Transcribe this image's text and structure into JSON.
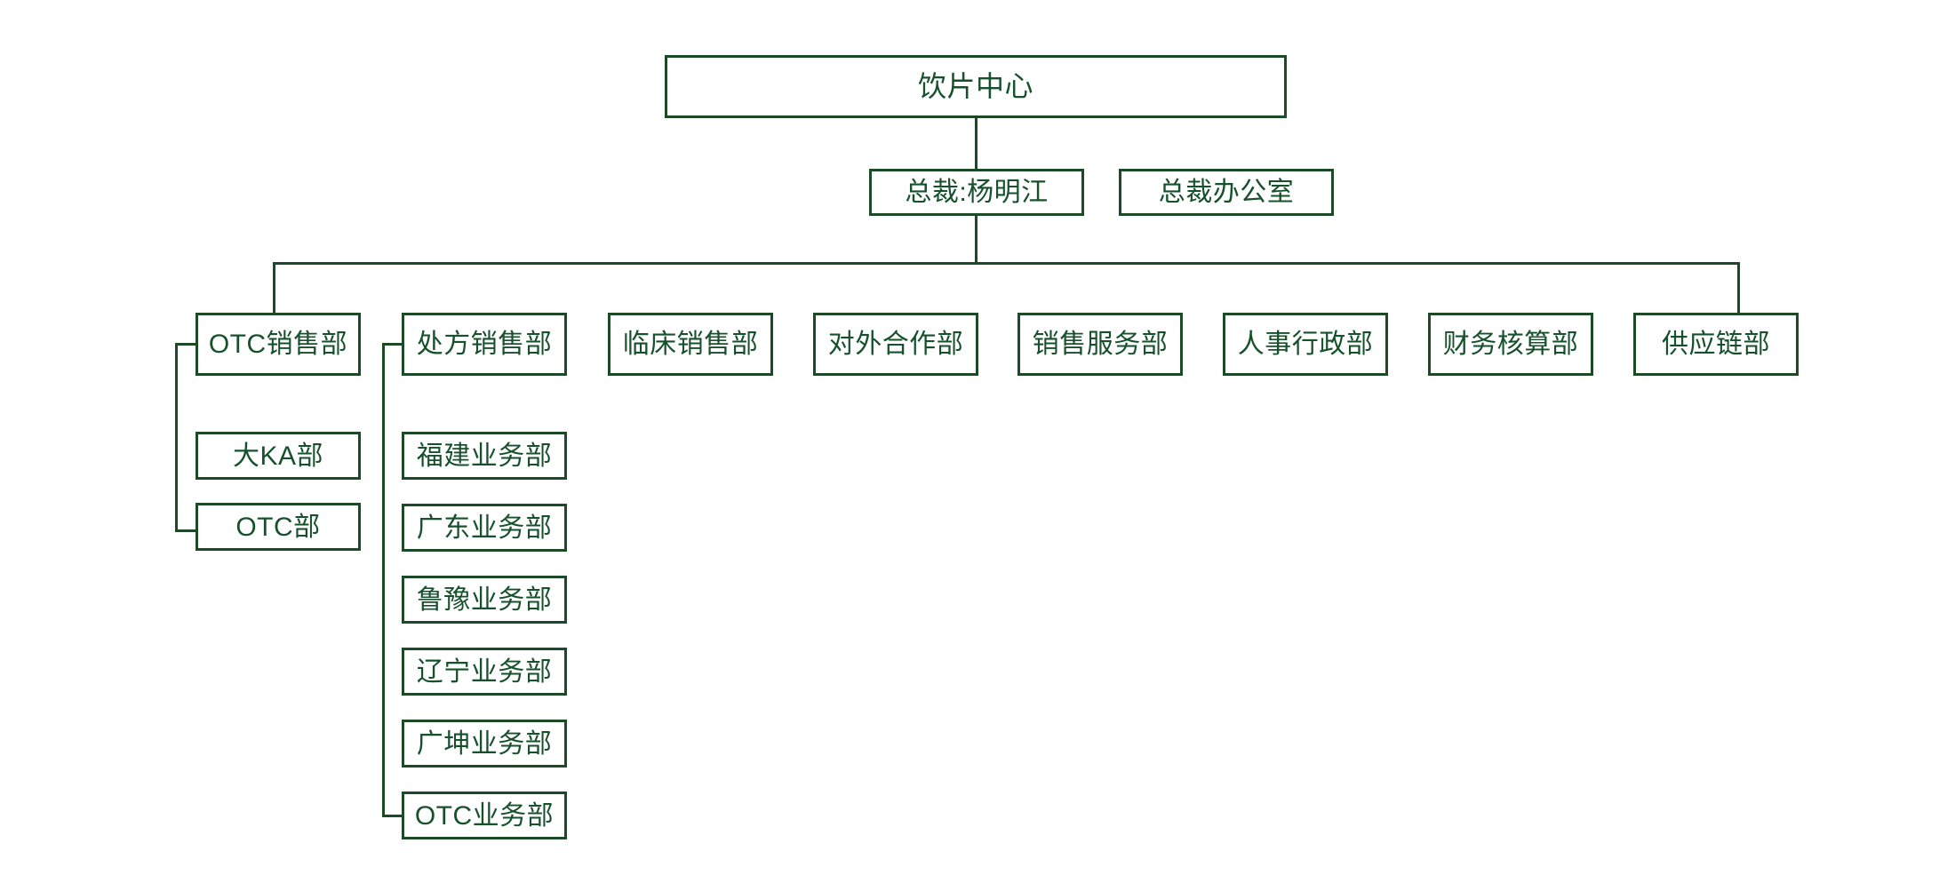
{
  "chart": {
    "title_node": "饮片中心",
    "type": "organization-chart",
    "accent_color": "#1d4a26",
    "text_color": "#16512c",
    "background_color": "#ffffff"
  },
  "nodes": {
    "root": {
      "label": "饮片中心"
    },
    "president": {
      "label": "总裁:杨明江"
    },
    "president_office": {
      "label": "总裁办公室"
    },
    "departments": [
      {
        "label": "OTC销售部"
      },
      {
        "label": "处方销售部"
      },
      {
        "label": "临床销售部"
      },
      {
        "label": "对外合作部"
      },
      {
        "label": "销售服务部"
      },
      {
        "label": "人事行政部"
      },
      {
        "label": "财务核算部"
      },
      {
        "label": "供应链部"
      }
    ],
    "otc_sales_children": [
      {
        "label": "大KA部"
      },
      {
        "label": "OTC部"
      }
    ],
    "prescription_sales_children": [
      {
        "label": "福建业务部"
      },
      {
        "label": "广东业务部"
      },
      {
        "label": "鲁豫业务部"
      },
      {
        "label": "辽宁业务部"
      },
      {
        "label": "广坤业务部"
      },
      {
        "label": "OTC业务部"
      }
    ]
  }
}
